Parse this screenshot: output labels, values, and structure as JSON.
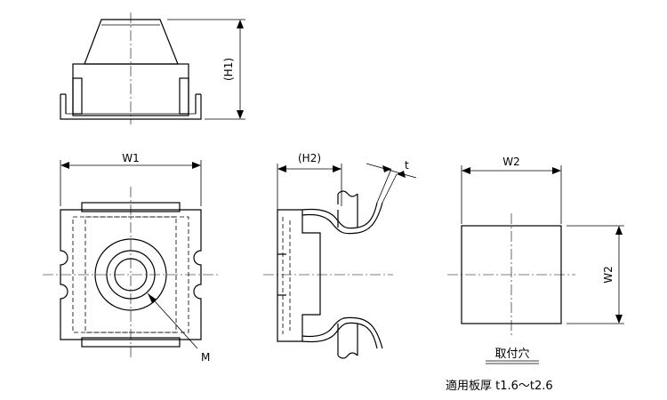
{
  "dimensions": {
    "h1": "(H1)",
    "w1": "W1",
    "h2": "(H2)",
    "t": "t",
    "w2_top": "W2",
    "w2_side": "W2",
    "m": "M"
  },
  "notes": {
    "mounting_hole": "取付穴",
    "plate_thickness": "適用板厚 t1.6〜t2.6"
  }
}
